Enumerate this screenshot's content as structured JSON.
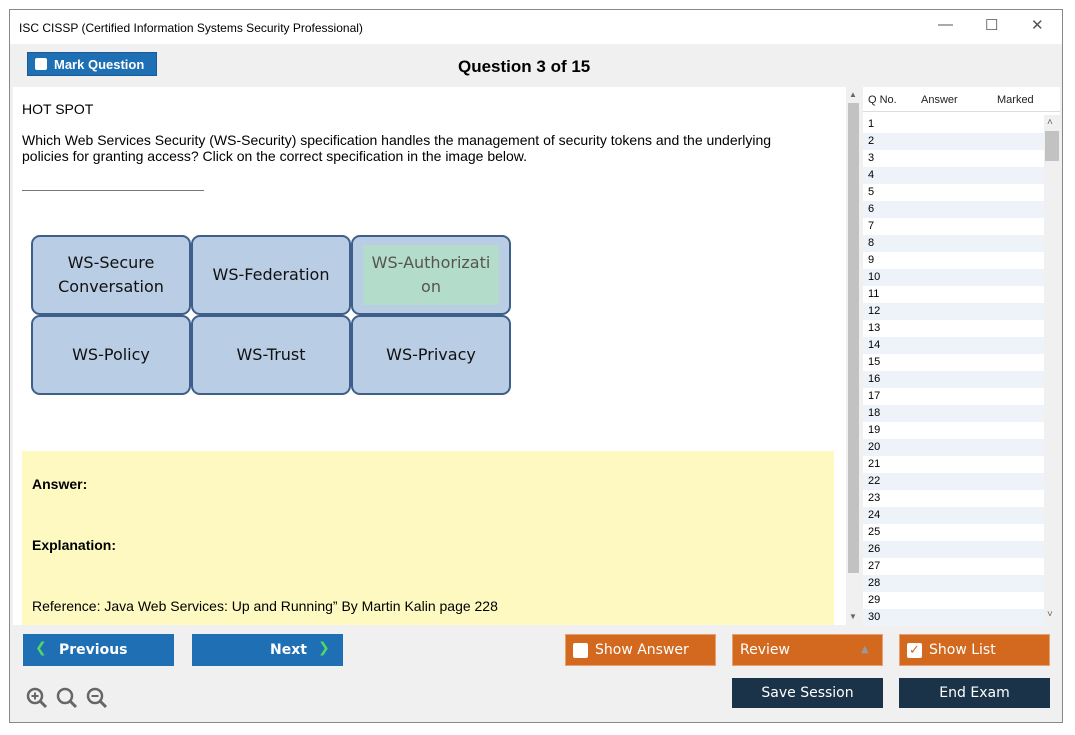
{
  "window": {
    "title": "ISC CISSP (Certified Information Systems Security Professional)",
    "minimize": "—",
    "maximize": "☐",
    "close": "✕"
  },
  "toolbar": {
    "mark_question": "Mark Question",
    "question_counter": "Question 3 of 15"
  },
  "question": {
    "type": "HOT SPOT",
    "text_line1": "Which Web Services Security (WS-Security) specification handles the management of security tokens and the underlying",
    "text_line2": "policies for granting access? Click on the correct specification in the image below."
  },
  "hotspot": {
    "boxes": [
      "WS-Secure Conversation",
      "WS-Federation",
      "WS-Authorization",
      "WS-Policy",
      "WS-Trust",
      "WS-Privacy"
    ],
    "selected": "WS-Authorization"
  },
  "answer": {
    "answer_label": "Answer:",
    "explanation_label": "Explanation:",
    "reference": "Reference: Java Web Services: Up and Running” By Martin Kalin page 228"
  },
  "list": {
    "headers": {
      "qno": "Q No.",
      "answer": "Answer",
      "marked": "Marked"
    },
    "rows": [
      "1",
      "2",
      "3",
      "4",
      "5",
      "6",
      "7",
      "8",
      "9",
      "10",
      "11",
      "12",
      "13",
      "14",
      "15",
      "16",
      "17",
      "18",
      "19",
      "20",
      "21",
      "22",
      "23",
      "24",
      "25",
      "26",
      "27",
      "28",
      "29",
      "30"
    ]
  },
  "buttons": {
    "previous": "Previous",
    "next": "Next",
    "show_answer": "Show Answer",
    "review": "Review",
    "show_list": "Show List",
    "save_session": "Save Session",
    "end_exam": "End Exam"
  },
  "colors": {
    "primary": "#1f6fb5",
    "orange": "#d2691e",
    "navy": "#1b3349",
    "answer_bg": "#fdf9c1"
  }
}
